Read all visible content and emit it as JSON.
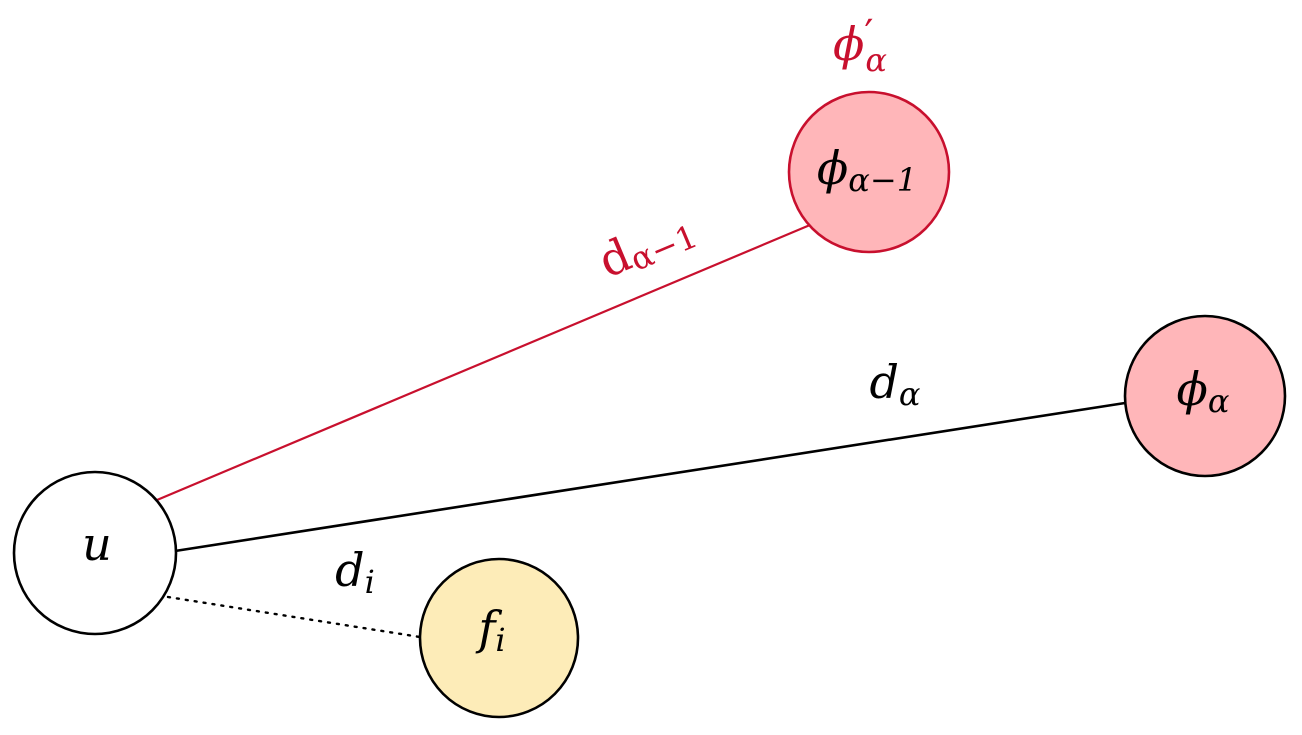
{
  "colors": {
    "accent_red": "#c8102e",
    "node_red_fill": "#ffb6b9",
    "node_yellow_fill": "#fdecb8",
    "line_black": "#000000",
    "node_white_fill": "#ffffff"
  },
  "nodes": {
    "u": {
      "label": "u"
    },
    "phi_alpha_minus_1": {
      "base": "ϕ",
      "sub": "α−1",
      "above_base": "ϕ",
      "above_prime": "′",
      "above_sub": "α"
    },
    "phi_alpha": {
      "base": "ϕ",
      "sub": "α"
    },
    "f_i": {
      "base": "f",
      "sub": "i"
    }
  },
  "edges": {
    "d_alpha_minus_1": {
      "base": "d",
      "sub": "α−1",
      "style": "solid",
      "color": "red"
    },
    "d_alpha": {
      "base": "d",
      "sub": "α",
      "style": "solid",
      "color": "black"
    },
    "d_i": {
      "base": "d",
      "sub": "i",
      "style": "dotted",
      "color": "black"
    }
  }
}
